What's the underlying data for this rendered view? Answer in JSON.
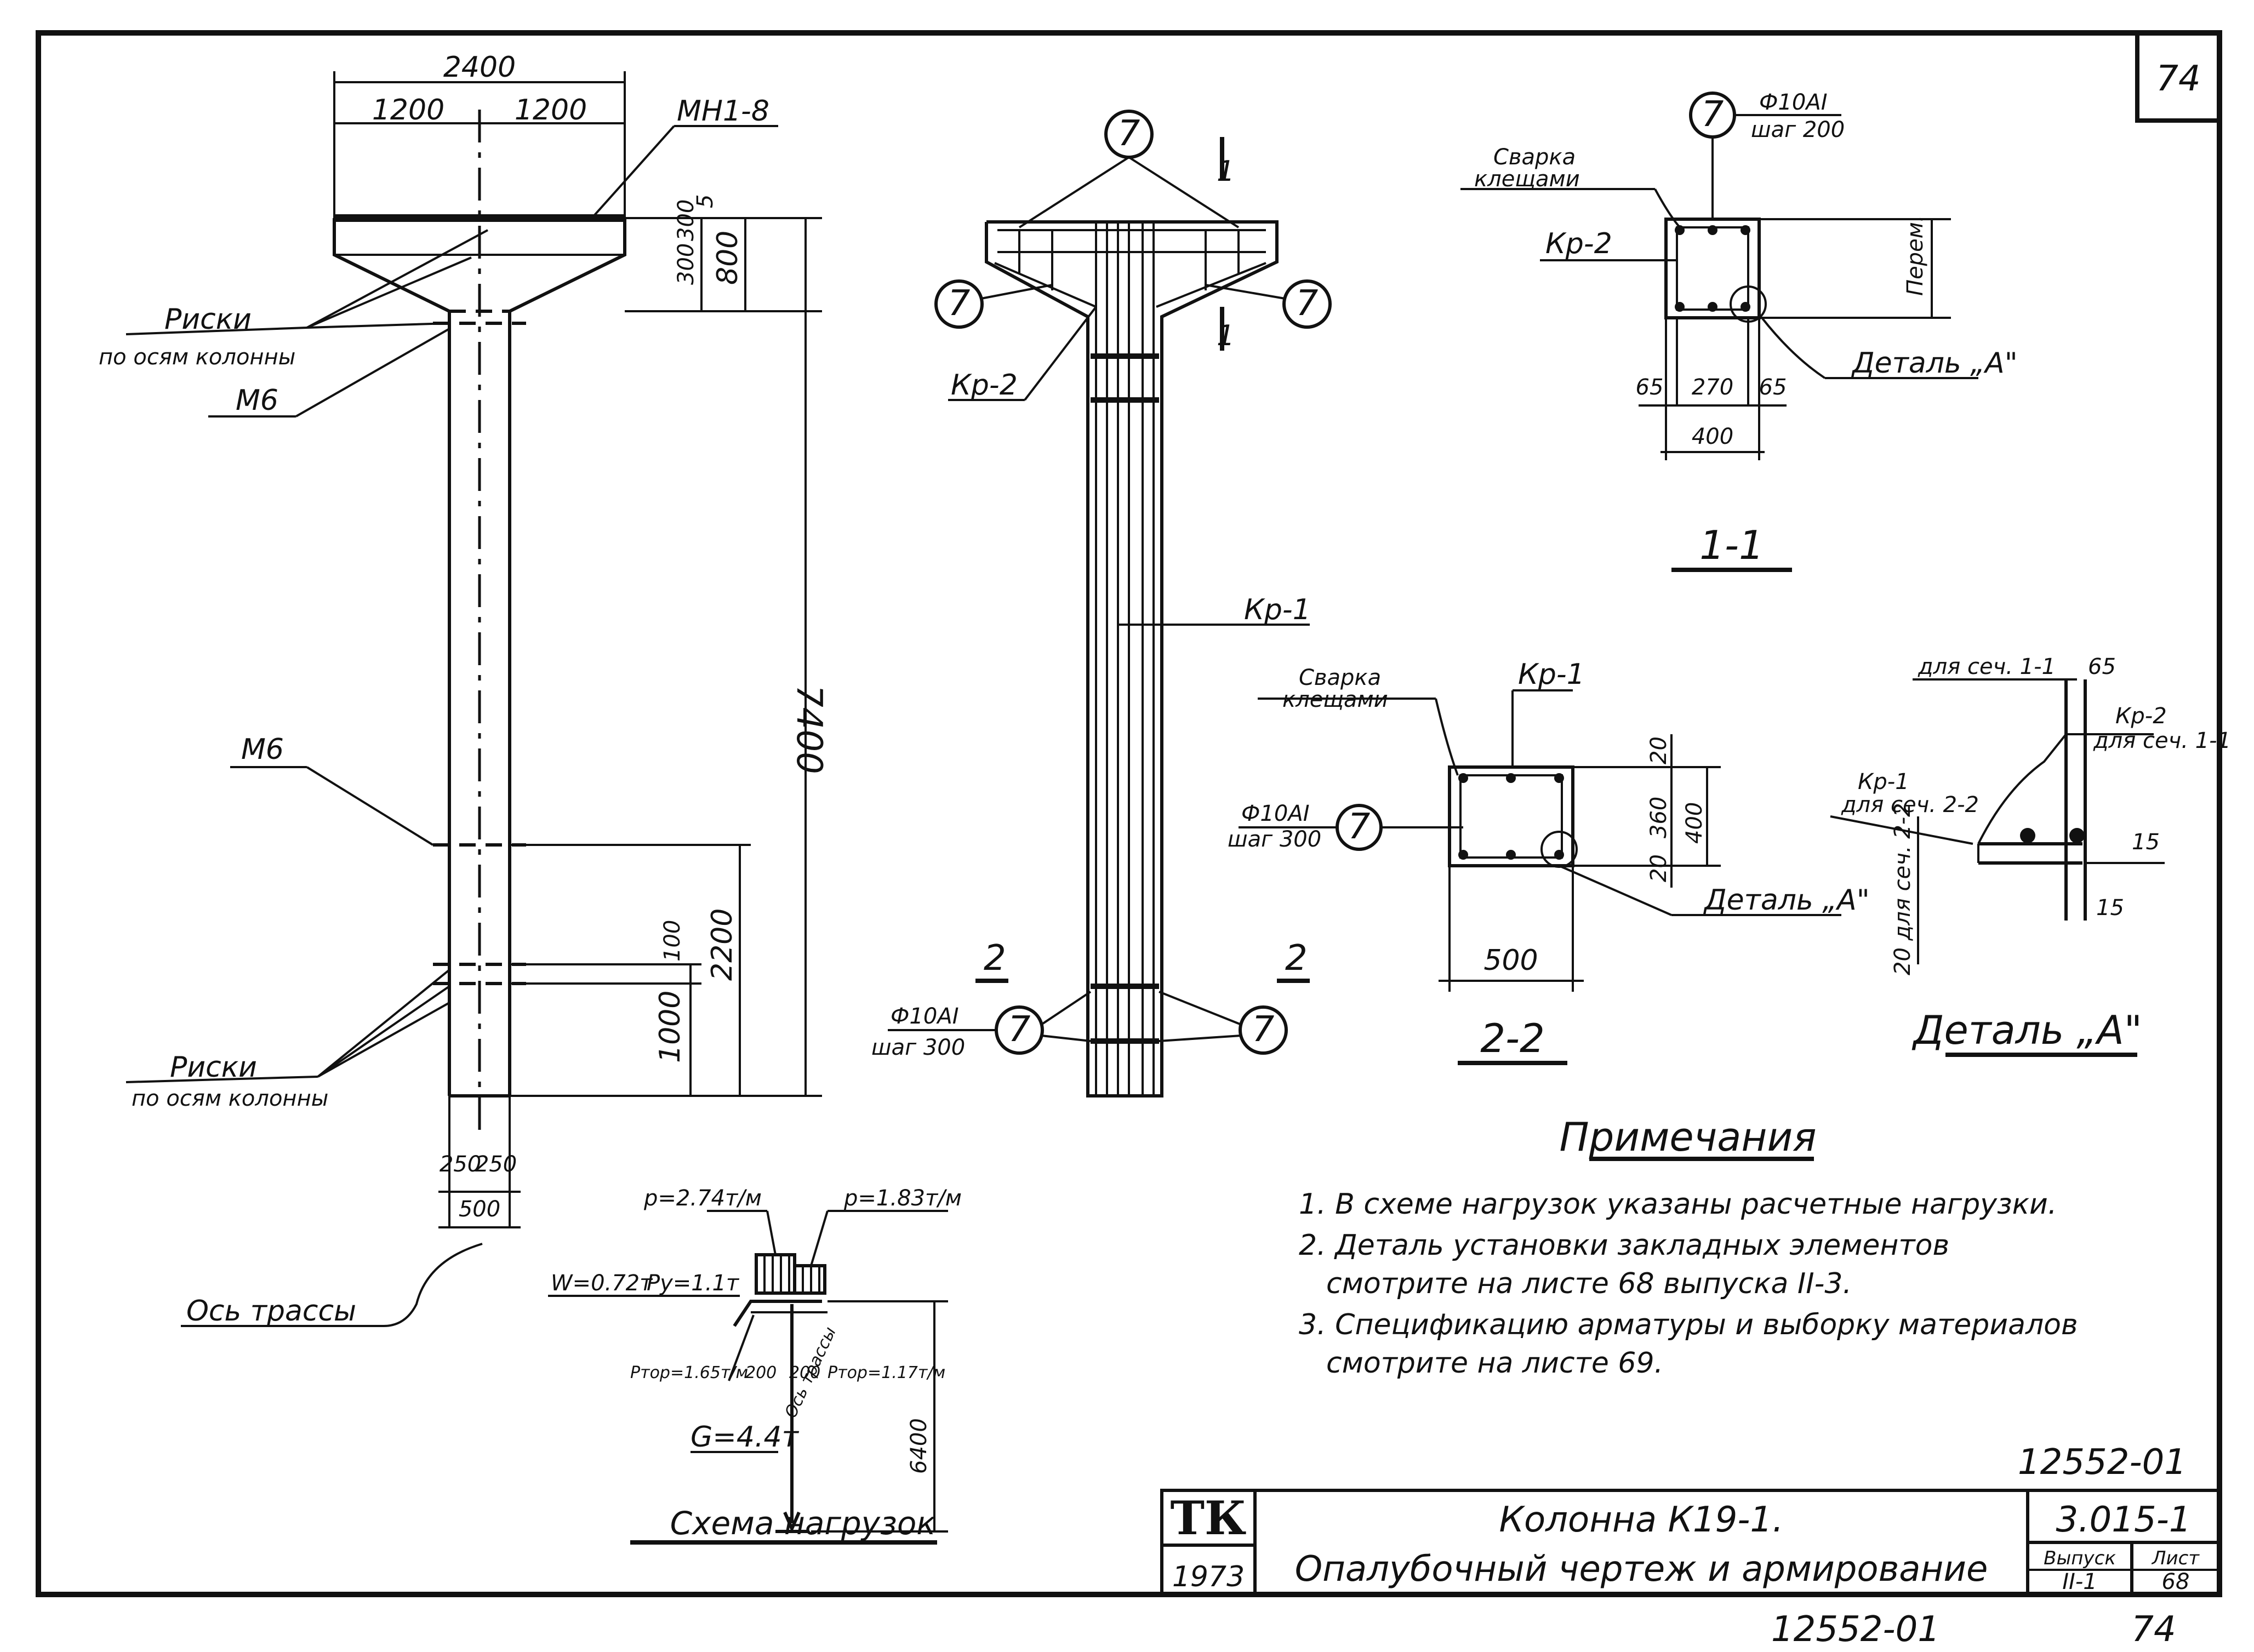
{
  "sheet_number_top": "74",
  "elevation": {
    "dim_total_width": "2400",
    "dim_half_left": "1200",
    "dim_half_right": "1200",
    "dim_height": "7400",
    "dim_head_top": "300",
    "dim_head_mid": "300",
    "dim_head_small": "5",
    "dim_head_total": "800",
    "dim_lower_1": "100",
    "dim_lower_2": "1000",
    "dim_lower_3": "2200",
    "dim_base_left": "250",
    "dim_base_right": "250",
    "dim_base_total": "500",
    "label_embed_plate": "МН1-8",
    "label_marks_top": "Риски",
    "label_marks_top_sub": "по осям колонны",
    "label_m6_top": "М6",
    "label_m6_mid": "М6",
    "label_marks_bottom": "Риски",
    "label_marks_bottom_sub": "по осям колонны",
    "label_route_axis": "Ось трассы"
  },
  "reinforcement": {
    "callout_top": "7",
    "callout_left": "7",
    "callout_right": "7",
    "callout_bottom_left": "7",
    "callout_bottom_right": "7",
    "section_mark_top_left": "1",
    "section_mark_top_right": "1",
    "section_mark_bot_left": "2",
    "section_mark_bot_right": "2",
    "label_kr2": "Кр-2",
    "label_kr1": "Кр-1",
    "label_bar_bottom": "Ф10АI",
    "label_step_bottom": "шаг 300"
  },
  "section_1_1": {
    "callout": "7",
    "bar": "Ф10АI",
    "step": "шаг 200",
    "weld": "Сварка",
    "weld_sub": "клещами",
    "label_kr2": "Кр-2",
    "label_var": "Перем.",
    "detail_ref": "Деталь „А\"",
    "dim_left": "65",
    "dim_mid": "270",
    "dim_right": "65",
    "dim_total": "400",
    "title": "1-1"
  },
  "section_2_2": {
    "weld": "Сварка",
    "weld_sub": "клещами",
    "label_kr1": "Кр-1",
    "bar": "Ф10АI",
    "step": "шаг 300",
    "callout": "7",
    "dim_top": "20",
    "dim_mid": "360",
    "dim_bottom": "20",
    "dim_total": "400",
    "dim_width": "500",
    "detail_ref": "Деталь „А\"",
    "title": "2-2"
  },
  "detail_a": {
    "label_sec11": "для сеч. 1-1",
    "dim_65": "65",
    "label_kr2": "Кр-2",
    "label_kr2_sub": "для сеч. 1-1",
    "label_kr1": "Кр-1",
    "label_kr1_sub": "для сеч. 2-2",
    "label_side": "20 для сеч. 2-2",
    "dim_15a": "15",
    "dim_15b": "15",
    "title": "Деталь „А\""
  },
  "load_scheme": {
    "p_left": "p=2.74т/м",
    "p_right": "p=1.83т/м",
    "wind": "W=0.72т",
    "py": "Py=1.1т",
    "ptop_left": "Pтор=1.65т/м",
    "ptop_right": "Pтор=1.17т/м",
    "dim_200a": "200",
    "dim_200b": "200",
    "axis": "Ось трассы",
    "gravity": "G=4.4т",
    "height": "6400",
    "title": "Схема нагрузок"
  },
  "notes": {
    "title": "Примечания",
    "items": [
      "1. В схеме нагрузок указаны расчетные нагрузки.",
      "2. Деталь установки закладных элементов",
      "смотрите на листе 68 выпуска II-3.",
      "3. Спецификацию арматуры и выборку материалов",
      "смотрите на листе 69."
    ]
  },
  "title_block": {
    "doc_code": "12552-01",
    "org": "ТК",
    "year": "1973",
    "title_line1": "Колонна К19-1.",
    "title_line2": "Опалубочный чертеж и армирование",
    "series": "3.015-1",
    "issue_label": "Выпуск",
    "issue_value": "II-1",
    "sheet_label": "Лист",
    "sheet_value": "68"
  },
  "footer": {
    "doc_code": "12552-01",
    "page": "74"
  }
}
